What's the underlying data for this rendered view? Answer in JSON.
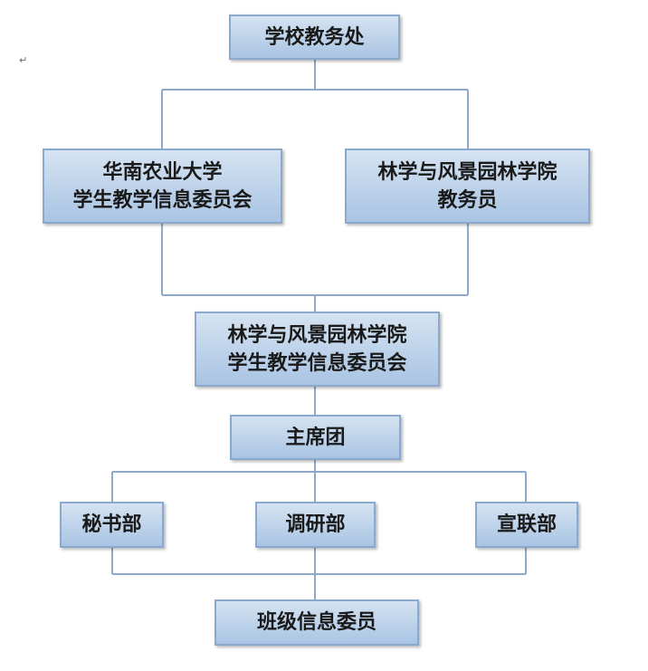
{
  "nodes": {
    "academic_affairs": {
      "lines": [
        "学校教务处"
      ]
    },
    "university_committee": {
      "lines": [
        "华南农业大学",
        "学生教学信息委员会"
      ]
    },
    "college_secretary": {
      "lines": [
        "林学与风景园林学院",
        "教务员"
      ]
    },
    "college_committee": {
      "lines": [
        "林学与风景园林学院",
        "学生教学信息委员会"
      ]
    },
    "presidium": {
      "lines": [
        "主席团"
      ]
    },
    "secretariat": {
      "lines": [
        "秘书部"
      ]
    },
    "research_dept": {
      "lines": [
        "调研部"
      ]
    },
    "liaison_dept": {
      "lines": [
        "宣联部"
      ]
    },
    "class_members": {
      "lines": [
        "班级信息委员"
      ]
    }
  },
  "paragraph_mark": "↵"
}
